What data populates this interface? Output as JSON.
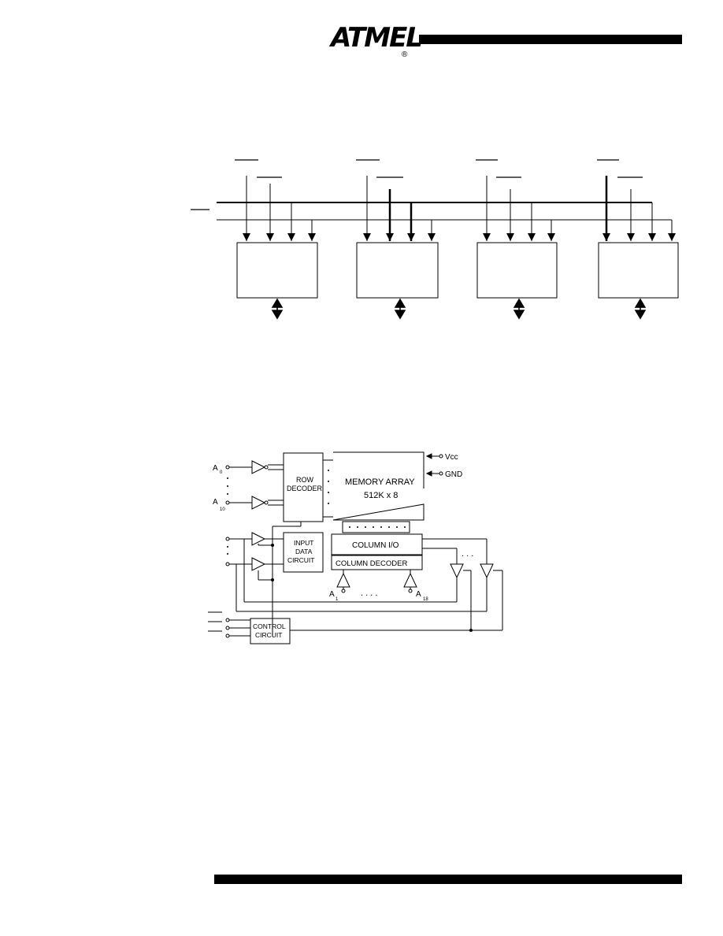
{
  "brand": {
    "logo_text": "ATMEL",
    "registered_mark": "®"
  },
  "block_diagram": {
    "memory_array_line1": "MEMORY ARRAY",
    "memory_array_line2": "512K x 8",
    "row_decoder_line1": "ROW",
    "row_decoder_line2": "DECODER",
    "input_data_line1": "INPUT",
    "input_data_line2": "DATA",
    "input_data_line3": "CIRCUIT",
    "column_io": "COLUMN I/O",
    "column_decoder": "COLUMN DECODER",
    "control_line1": "CONTROL",
    "control_line2": "CIRCUIT",
    "vcc_label": "Vcc",
    "gnd_label": "GND",
    "addr_row_first": "A",
    "addr_row_first_sub": "0",
    "addr_row_last": "A",
    "addr_row_last_sub": "10",
    "addr_col_first": "A",
    "addr_col_first_sub": "1",
    "addr_col_last": "A",
    "addr_col_last_sub": "18",
    "ellipsis": ". . . ."
  },
  "colors": {
    "ink": "#000000",
    "background": "#ffffff"
  }
}
